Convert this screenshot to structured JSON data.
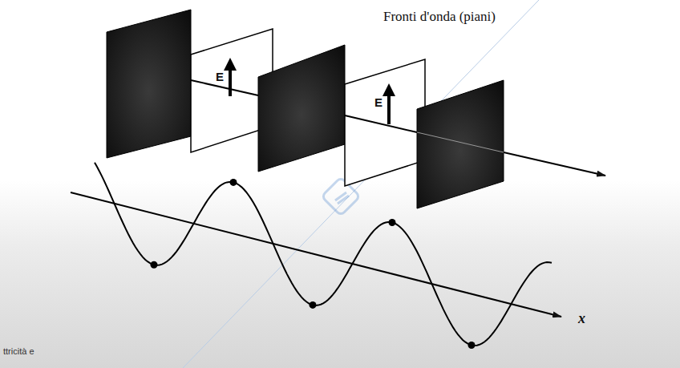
{
  "diagram": {
    "title": "Fronti d'onda (piani)",
    "labels": [
      "E",
      "E",
      "x",
      "ttricità e"
    ]
  }
}
